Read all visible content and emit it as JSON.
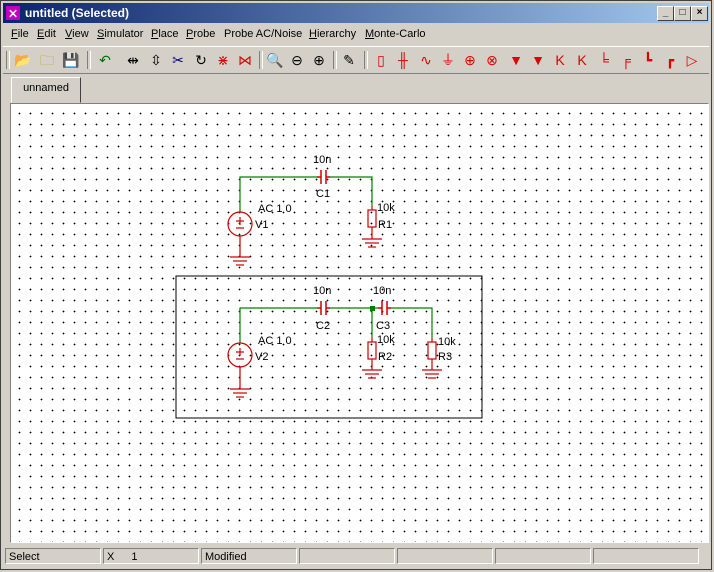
{
  "window": {
    "title": "untitled (Selected)",
    "app_icon": "spice-icon",
    "min": "_",
    "max": "□",
    "close": "×"
  },
  "menu": [
    {
      "label": "File",
      "key": "F",
      "rest": "ile"
    },
    {
      "label": "Edit",
      "key": "E",
      "rest": "dit"
    },
    {
      "label": "View",
      "key": "V",
      "rest": "iew"
    },
    {
      "label": "Simulator",
      "key": "S",
      "rest": "imulator"
    },
    {
      "label": "Place",
      "key": "P",
      "rest": "lace"
    },
    {
      "label": "Probe",
      "key": "P",
      "rest": "robe"
    },
    {
      "label": "Probe AC/Noise",
      "key": "",
      "rest": "Probe AC/Noise"
    },
    {
      "label": "Hierarchy",
      "key": "H",
      "rest": "ierarchy"
    },
    {
      "label": "Monte-Carlo",
      "key": "M",
      "rest": "onte-Carlo"
    }
  ],
  "tab": {
    "label": "unnamed"
  },
  "circuit1": {
    "c1_value": "10n",
    "c1_name": "C1",
    "r1_value": "10k",
    "r1_name": "R1",
    "v1_value": "AC 1 0",
    "v1_name": "V1"
  },
  "circuit2": {
    "c2_value": "10n",
    "c2_name": "C2",
    "c3_value": "10n",
    "c3_name": "C3",
    "r2_value": "10k",
    "r2_name": "R2",
    "r3_value": "10k",
    "r3_name": "R3",
    "v2_value": "AC 1 0",
    "v2_name": "V2"
  },
  "status": {
    "mode": "Select",
    "coord_label": "X",
    "coord_value": "1",
    "state": "Modified"
  },
  "colors": {
    "wire": "#008000",
    "component": "#cc0000",
    "titlebar": "#0a246a"
  }
}
